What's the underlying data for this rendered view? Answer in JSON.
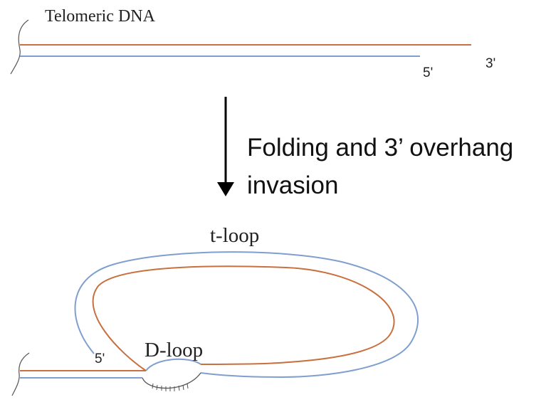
{
  "top_panel": {
    "title": "Telomeric DNA",
    "three_prime_label": "3'",
    "five_prime_label": "5'"
  },
  "transition": {
    "caption_line1": "Folding and 3’ overhang",
    "caption_line2": "invasion"
  },
  "bottom_panel": {
    "t_loop_label": "t-loop",
    "d_loop_label": "D-loop",
    "five_prime_label": "5'"
  },
  "colors": {
    "g_strand": "#c8703f",
    "c_strand": "#7f9fcf",
    "text": "#222222",
    "arrow": "#000000"
  }
}
